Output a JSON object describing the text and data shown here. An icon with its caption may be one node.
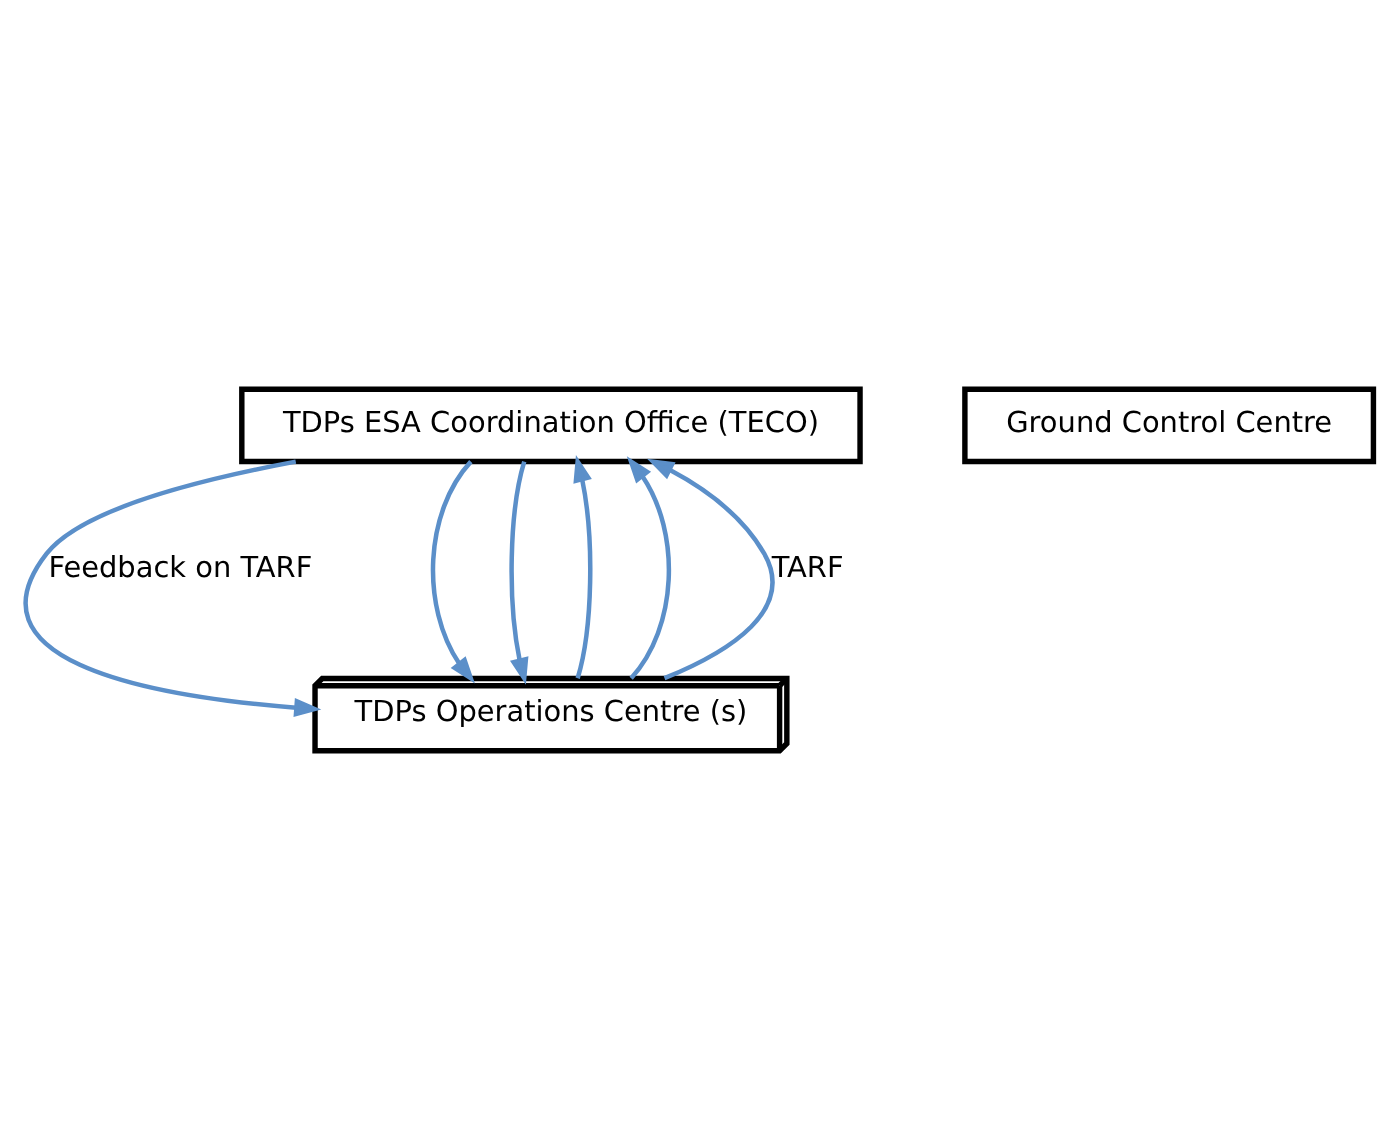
{
  "diagram": {
    "nodes": [
      {
        "text": [
          "TDPs ESA Coordination Office (TECO)"
        ]
      },
      {
        "text": [
          "TDPs Operations Centre (s)"
        ]
      },
      {
        "text": [
          "Ground Control Centre"
        ]
      }
    ],
    "edges": [
      {
        "from": 0,
        "to": 1,
        "arrow": "to",
        "label": "Feedback on TARF"
      },
      {
        "from": 0,
        "to": 1,
        "arrow": "to"
      },
      {
        "from": 0,
        "to": 1,
        "arrow": "to"
      },
      {
        "from": 1,
        "to": 0,
        "arrow": "to",
        "label": "TARF"
      },
      {
        "from": 1,
        "to": 0,
        "arrow": "to"
      },
      {
        "from": 1,
        "to": 0,
        "arrow": "to"
      }
    ]
  }
}
